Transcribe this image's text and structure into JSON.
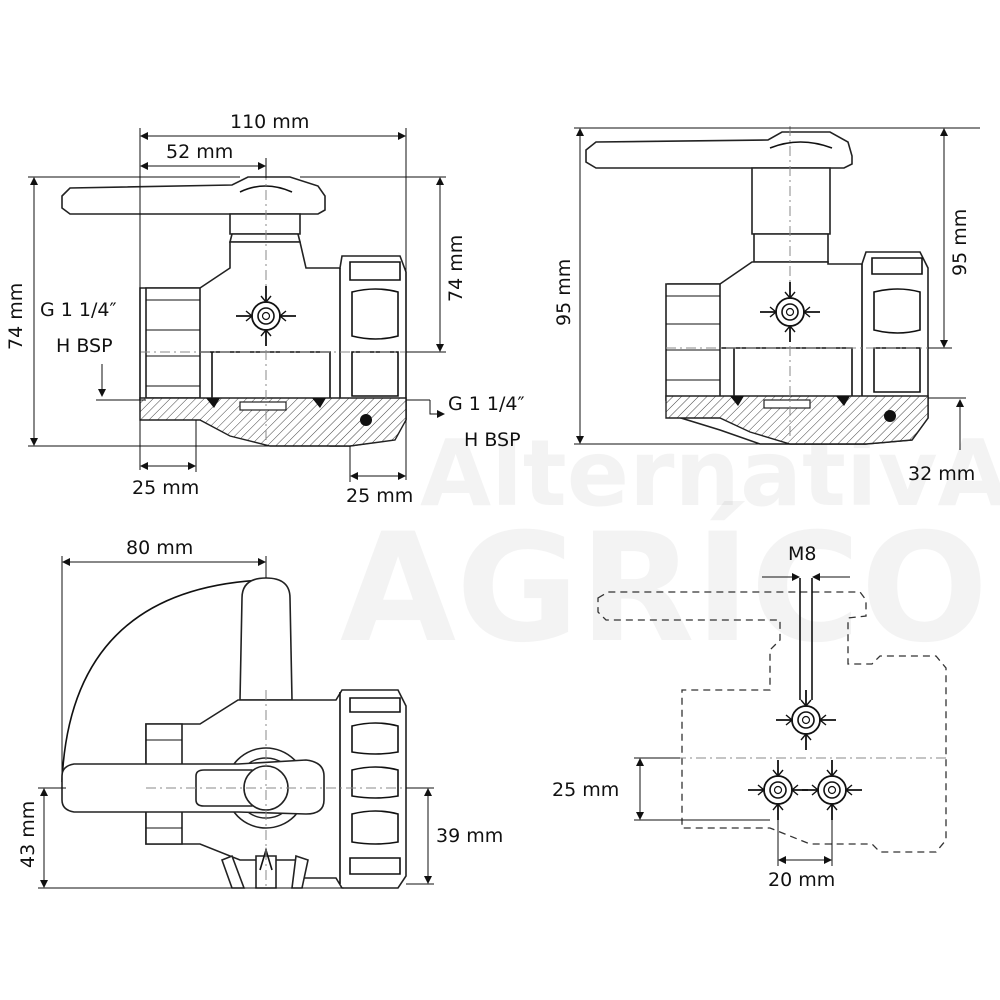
{
  "watermark": {
    "line1": "AlternativA",
    "line2": "AGRÍCOLA"
  },
  "front_view": {
    "width_total": "110 mm",
    "width_handle_axis": "52 mm",
    "height_left": "74 mm",
    "height_right": "74 mm",
    "thread_left_line1": "G 1 1/4″",
    "thread_left_line2": "H BSP",
    "thread_right_line1": "G 1 1/4″",
    "thread_right_line2": "H BSP",
    "port_left_depth": "25 mm",
    "port_right_depth": "25 mm"
  },
  "side_view": {
    "height_left": "95 mm",
    "height_right": "95 mm",
    "port_height": "32 mm"
  },
  "top_view": {
    "handle_swing": "80 mm",
    "height_left": "43 mm",
    "height_right": "39 mm"
  },
  "mount_view": {
    "bolt_size": "M8",
    "axis_offset": "25 mm",
    "bolt_spacing": "20 mm"
  }
}
